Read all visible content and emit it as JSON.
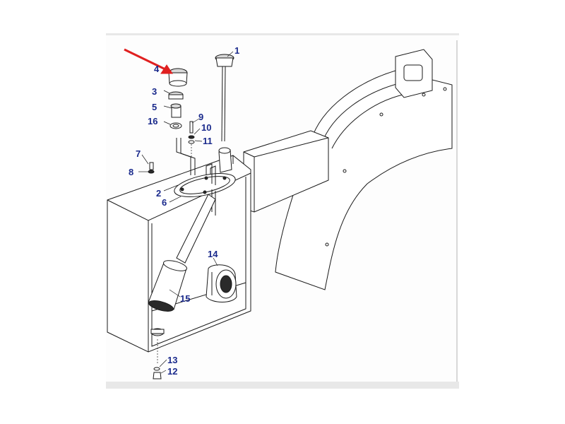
{
  "callouts": [
    {
      "id": "1",
      "label": "1"
    },
    {
      "id": "2",
      "label": "2"
    },
    {
      "id": "3",
      "label": "3"
    },
    {
      "id": "4",
      "label": "4"
    },
    {
      "id": "5",
      "label": "5"
    },
    {
      "id": "6",
      "label": "6"
    },
    {
      "id": "7",
      "label": "7"
    },
    {
      "id": "8",
      "label": "8"
    },
    {
      "id": "9",
      "label": "9"
    },
    {
      "id": "10",
      "label": "10"
    },
    {
      "id": "11",
      "label": "11"
    },
    {
      "id": "12",
      "label": "12"
    },
    {
      "id": "13",
      "label": "13"
    },
    {
      "id": "14",
      "label": "14"
    },
    {
      "id": "15",
      "label": "15"
    },
    {
      "id": "16",
      "label": "16"
    }
  ],
  "highlight": {
    "target_callout": "4",
    "arrow_color": "#e02020"
  },
  "colors": {
    "callout_text": "#1a2a8c",
    "line_art": "#1a1a1a",
    "sheet_border": "#e8e8e8"
  }
}
